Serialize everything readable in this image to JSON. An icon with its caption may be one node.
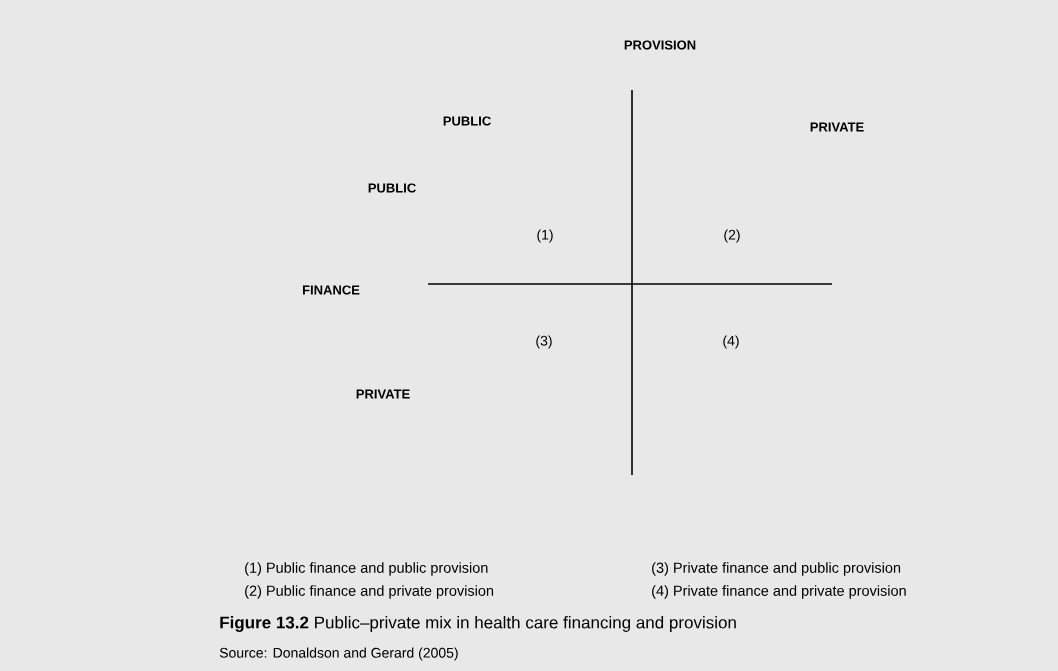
{
  "diagram": {
    "caption": "**Figure 13.2** Public–private mix in health care financing and provision",
    "labels": [
      "PROVISION",
      "PUBLIC",
      "PRIVATE",
      "PUBLIC",
      "(1)",
      "(2)",
      "FINANCE",
      "(3)",
      "(4)",
      "PRIVATE",
      "(1) Public finance and public provision",
      "(3) Private finance and public provision",
      "(2) Public finance and private provision",
      "(4) Private finance and private provision",
      "Source: Donaldson and Gerard (2005)"
    ]
  }
}
